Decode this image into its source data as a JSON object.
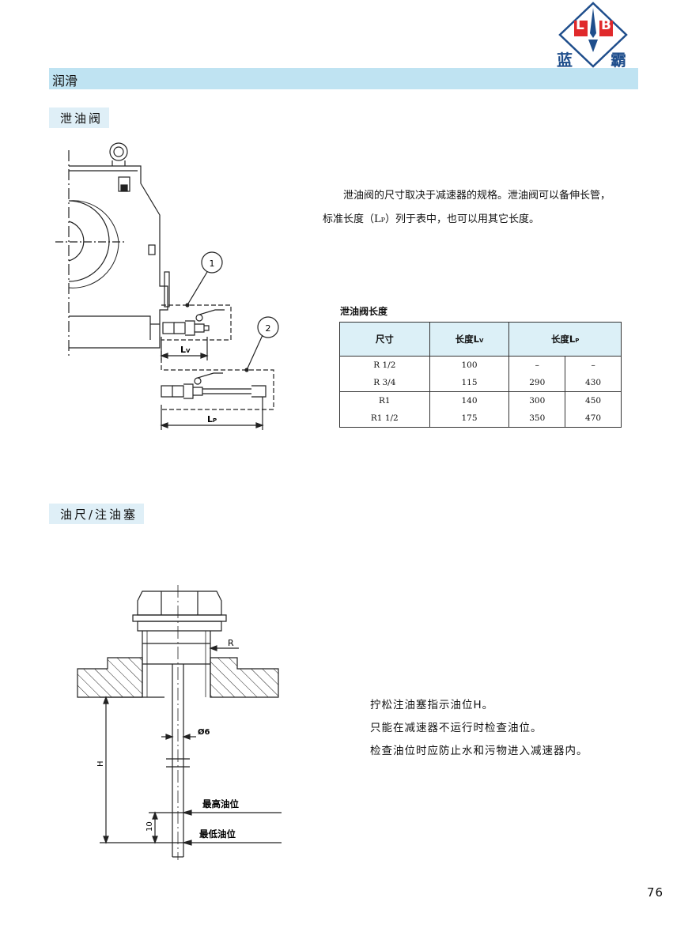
{
  "brand": {
    "letters_left": "L",
    "letters_right": "B",
    "name_left": "蓝",
    "name_right": "霸",
    "color": "#1f4e8c"
  },
  "section": {
    "title": "润滑",
    "bar_color": "#bfe3f2"
  },
  "drain_valve": {
    "tag": "泄油阀",
    "description_line1": "泄油阀的尺寸取决于减速器的规格。泄油阀可以备伸长管，",
    "description_line2": "标准长度（L",
    "description_line2_sub": "P",
    "description_line2_end": "）列于表中，也可以用其它长度。",
    "callout_1": "1",
    "callout_2": "2",
    "dim_lv": "L",
    "dim_lv_sub": "V",
    "dim_lp": "L",
    "dim_lp_sub": "P",
    "table": {
      "caption": "泄油阀长度",
      "headers": {
        "size": "尺寸",
        "lv": "长度L",
        "lv_sub": "V",
        "lp": "长度L",
        "lp_sub": "P"
      },
      "rows": [
        {
          "size": "R 1/2",
          "lv": "100",
          "lp1": "–",
          "lp2": "–"
        },
        {
          "size": "R 3/4",
          "lv": "115",
          "lp1": "290",
          "lp2": "430"
        },
        {
          "size": "R1",
          "lv": "140",
          "lp1": "300",
          "lp2": "450"
        },
        {
          "size": "R1 1/2",
          "lv": "175",
          "lp1": "350",
          "lp2": "470"
        }
      ]
    }
  },
  "dipstick": {
    "tag": "油尺/注油塞",
    "label_r": "R",
    "label_dia": "Ø6",
    "label_h": "H",
    "label_10": "10",
    "label_max": "最高油位",
    "label_min": "最低油位",
    "note1": "拧松注油塞指示油位H。",
    "note2": "只能在减速器不运行时检查油位。",
    "note3": "检查油位时应防止水和污物进入减速器内。"
  },
  "page_number": "76"
}
